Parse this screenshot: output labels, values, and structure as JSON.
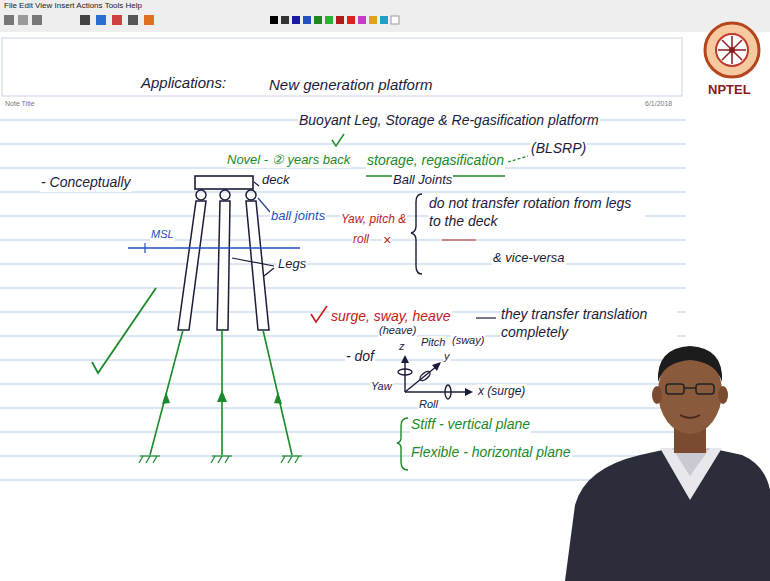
{
  "diagram": {
    "labels": [
      "File Edit View Insert Actions Tools Help",
      "Note Title",
      "6/1/2018",
      "Applications:",
      "New generation platform",
      "Buoyant Leg, Storage & Re-gasification platform",
      "(BLSRP)",
      "Novel - ② years back",
      "storage, regasification",
      "- Conceptually",
      "deck",
      "ball joints",
      "Ball Joints",
      "do not transfer rotation from legs to the deck",
      "& vice-versa",
      "Yaw, pitch &",
      "roll",
      "×",
      "surge, sway, heave",
      "they transfer translation completely",
      "- dof",
      "(heave)",
      "z",
      "Pitch",
      "(sway)",
      "y",
      "Yaw",
      "x (surge)",
      "Roll",
      "Stiff - vertical plane",
      "Flexible - horizontal plane",
      "MSL",
      "Legs",
      "NPTEL"
    ]
  }
}
